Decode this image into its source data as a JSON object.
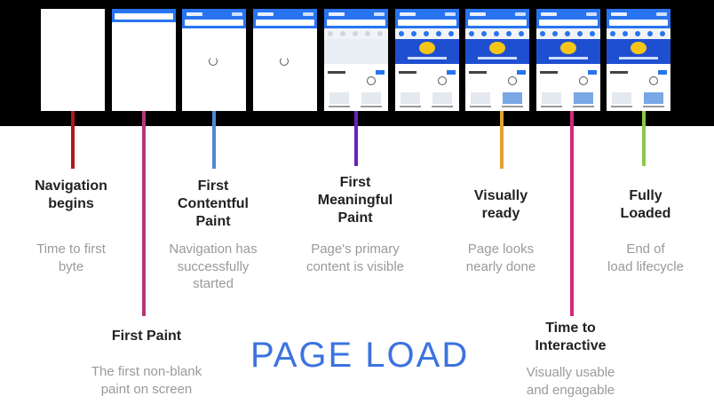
{
  "diagram_title": "PAGE LOAD",
  "colors": {
    "accent": "#3b73e0",
    "marker_navigation": "#b21818",
    "marker_first_paint": "#b03a7a",
    "marker_fcp": "#4f86d8",
    "marker_fmp": "#6a20c0",
    "marker_visually_ready": "#e4a030",
    "marker_tti": "#d02a7a",
    "marker_fully_loaded": "#8cc84b"
  },
  "milestones": [
    {
      "title_lines": [
        "Navigation",
        "begins"
      ],
      "desc_lines": [
        "Time to first",
        "byte"
      ]
    },
    {
      "title_lines": [
        "First Paint"
      ],
      "desc_lines": [
        "The first non-blank",
        "paint on screen"
      ]
    },
    {
      "title_lines": [
        "First",
        "Contentful",
        "Paint"
      ],
      "desc_lines": [
        "Navigation has",
        "successfully",
        "started"
      ]
    },
    {
      "title_lines": [
        "First",
        "Meaningful",
        "Paint"
      ],
      "desc_lines": [
        "Page's primary",
        "content is visible"
      ]
    },
    {
      "title_lines": [
        "Visually",
        "ready"
      ],
      "desc_lines": [
        "Page looks",
        "nearly done"
      ]
    },
    {
      "title_lines": [
        "Time to",
        "Interactive"
      ],
      "desc_lines": [
        "Visually usable",
        "and engagable"
      ]
    },
    {
      "title_lines": [
        "Fully",
        "Loaded"
      ],
      "desc_lines": [
        "End of",
        "load lifecycle"
      ]
    }
  ]
}
